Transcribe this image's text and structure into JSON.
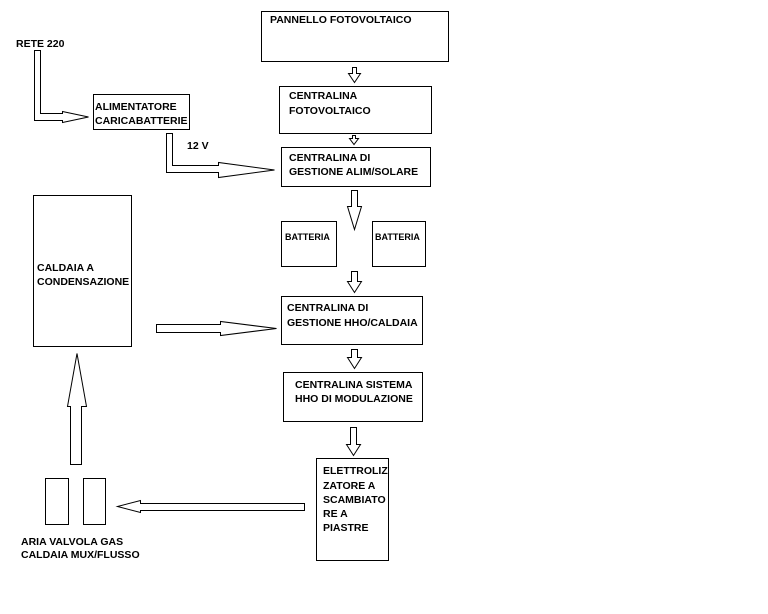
{
  "nodes": {
    "pannello": "PANNELLO FOTOVOLTAICO",
    "centralina_fv_1": "CENTRALINA",
    "centralina_fv_2": "FOTOVOLTAICO",
    "rete": "RETE  220",
    "alim_1": "ALIMENTATORE",
    "alim_2": "CARICABATTERIE",
    "volt": "12 V",
    "gest_alim_1": "CENTRALINA DI",
    "gest_alim_2": "GESTIONE ALIM/SOLARE",
    "batteria_1": "BATTERIA",
    "batteria_2": "BATTERIA",
    "caldaia_1": "CALDAIA A",
    "caldaia_2": "CONDENSAZIONE",
    "gest_hho_1": "CENTRALINA DI",
    "gest_hho_2": "GESTIONE HHO/CALDAIA",
    "sistema_1": "CENTRALINA SISTEMA",
    "sistema_2": "HHO DI MODULAZIONE",
    "elettro_1": "ELETTROLIZ",
    "elettro_2": "ZATORE A",
    "elettro_3": "SCAMBIATO",
    "elettro_4": "RE A",
    "elettro_5": "PIASTRE",
    "valvole_1": "ARIA VALVOLA GAS",
    "valvole_2": "CALDAIA MUX/FLUSSO"
  }
}
